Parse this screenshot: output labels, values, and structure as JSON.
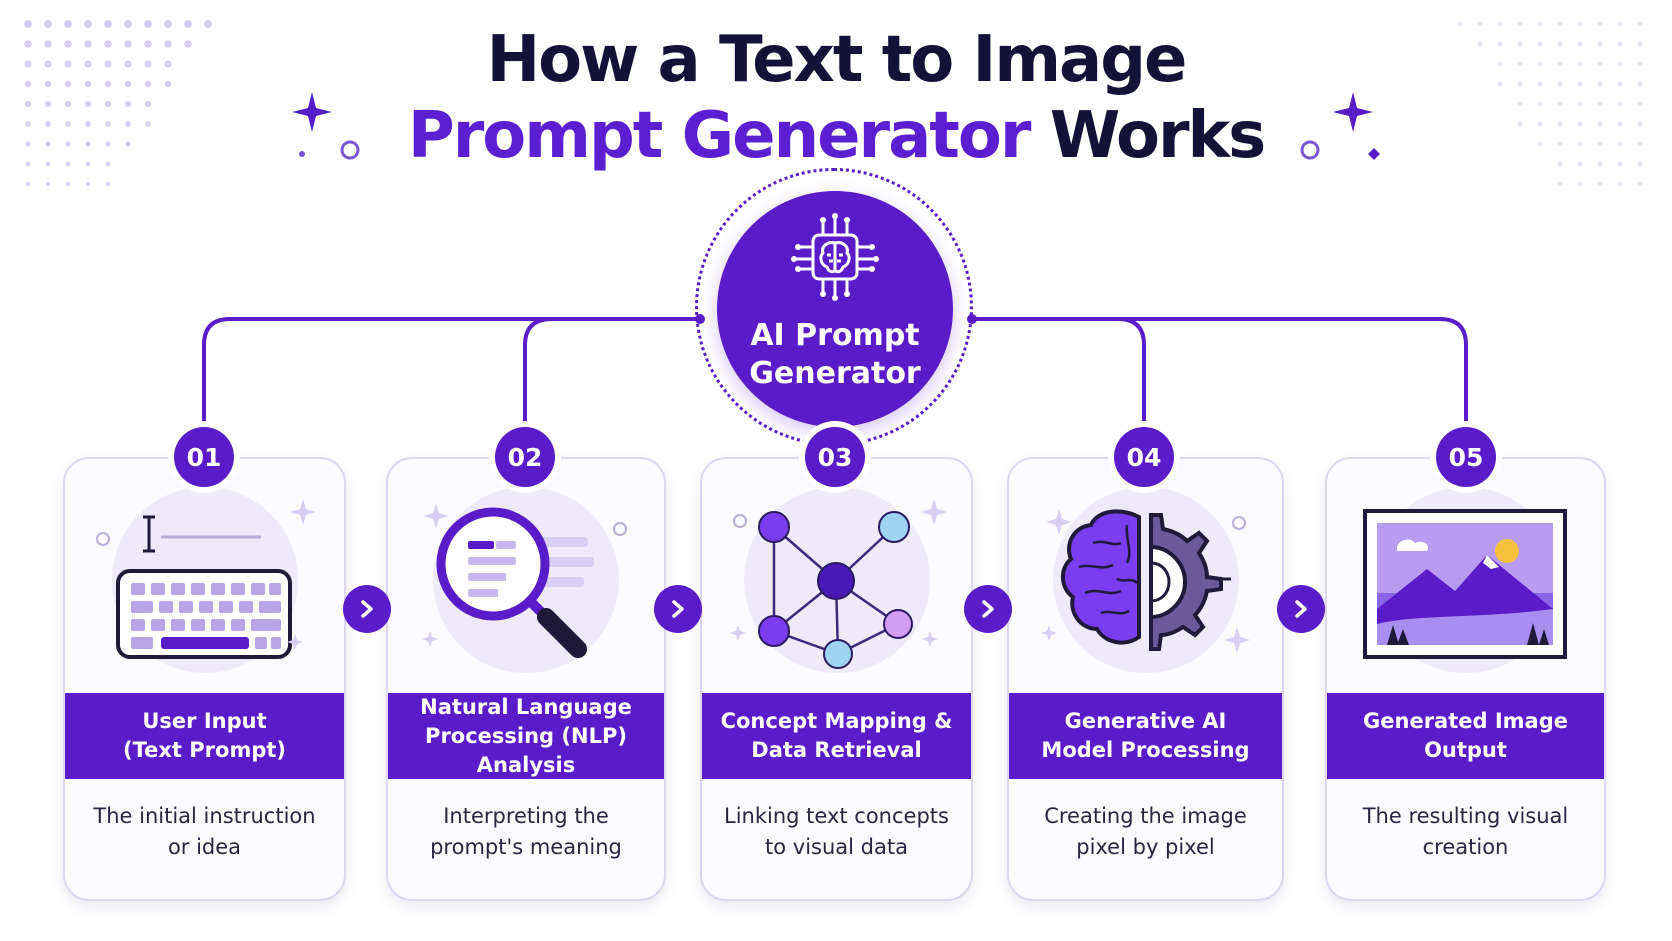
{
  "title": {
    "line1": "How a Text to Image",
    "line2_accent": "Prompt Generator",
    "line2_rest": "Works"
  },
  "hub": {
    "line1": "AI Prompt",
    "line2": "Generator",
    "icon": "brain-chip-icon"
  },
  "colors": {
    "accent": "#5a1cc9",
    "title": "#141238",
    "card_bg": "#fbfaff",
    "card_border": "#ddd6ee"
  },
  "steps": [
    {
      "number": "01",
      "title_line1": "User Input",
      "title_line2": "(Text Prompt)",
      "desc_line1": "The initial instruction",
      "desc_line2": "or idea",
      "icon": "keyboard-icon"
    },
    {
      "number": "02",
      "title_line1": "Natural Language",
      "title_line2": "Processing (NLP) Analysis",
      "desc_line1": "Interpreting the",
      "desc_line2": "prompt's meaning",
      "icon": "magnifier-icon"
    },
    {
      "number": "03",
      "title_line1": "Concept Mapping &",
      "title_line2": "Data Retrieval",
      "desc_line1": "Linking text concepts",
      "desc_line2": "to visual data",
      "icon": "network-graph-icon"
    },
    {
      "number": "04",
      "title_line1": "Generative AI",
      "title_line2": "Model Processing",
      "desc_line1": "Creating the image",
      "desc_line2": "pixel by pixel",
      "icon": "brain-gear-icon"
    },
    {
      "number": "05",
      "title_line1": "Generated Image",
      "title_line2": "Output",
      "desc_line1": "The resulting visual",
      "desc_line2": "creation",
      "icon": "landscape-picture-icon"
    }
  ]
}
